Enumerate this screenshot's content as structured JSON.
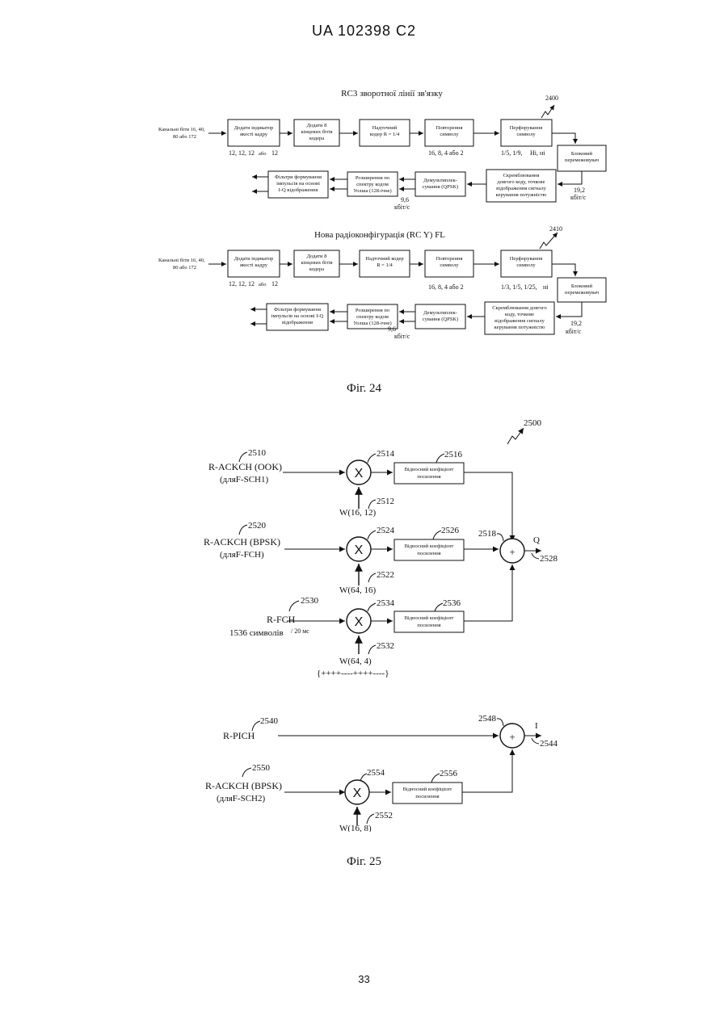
{
  "header": {
    "doc_id": "UA 102398 C2"
  },
  "page_number": "33",
  "fig24": {
    "caption": "Фіг. 24",
    "d1": {
      "title": "RC3 зворотної лінії зв'язку",
      "ref": "2400",
      "input": [
        "Канальні біти 16, 40,",
        "80 або 172"
      ],
      "b1": [
        "Додати індикатор",
        "якості кадру"
      ],
      "b2": [
        "Додати 8",
        "кінцевих бітів",
        "кодера"
      ],
      "b3": [
        "Надточний",
        "кодер R = 1/4"
      ],
      "b4": [
        "Повторення",
        "символу"
      ],
      "b5": [
        "Перфорування",
        "символу"
      ],
      "b6": [
        "Блоковий",
        "перемежовувач"
      ],
      "b7": [
        "Скремблювання",
        "довгого коду, точкове",
        "відображення сигналу",
        "керування потужністю"
      ],
      "b8": [
        "Демультиплек-",
        "сування (QPSK)"
      ],
      "b9": [
        "Розширення по",
        "спектру кодом",
        "Уолша (128-ічне)"
      ],
      "b10": [
        "Фільтри формування",
        "імпульсів на основі",
        "I-Q відображення"
      ],
      "l1": "12, 12, 12",
      "l1b": "або",
      "l1c": "12",
      "l2": "16, 8, 4 або 2",
      "l3": "1/5, 1/9,",
      "l3b": "Ні, ні",
      "rate": [
        "19,2",
        "кбіт/с"
      ],
      "rate2": [
        "9,6",
        "кбіт/с"
      ]
    },
    "d2": {
      "title": "Нова радіоконфігурація (RC Y) FL",
      "ref": "2410",
      "input": [
        "Канальні біти 16, 40,",
        "80 або 172"
      ],
      "b1": [
        "Додати індикатор",
        "якості кадру"
      ],
      "b2": [
        "Додати 8",
        "кінцевих бітів",
        "кодера"
      ],
      "b3": [
        "Надточний кодер",
        "R = 1/4"
      ],
      "b4": [
        "Повторення",
        "символу"
      ],
      "b5": [
        "Перфорування",
        "символу"
      ],
      "b6": [
        "Блоковий",
        "перемежовувач"
      ],
      "b7": [
        "Скремблювання довгого",
        "коду, точкове",
        "відображення сигналу",
        "керування потужністю"
      ],
      "b8": [
        "Демультиплек-",
        "сування (QPSK)"
      ],
      "b9": [
        "Розширення по",
        "спектру кодом",
        "Уолша (128-ічне)"
      ],
      "b10": [
        "Фільтри формування",
        "імпульсів на основі I-Q",
        "відображення"
      ],
      "l1": "12, 12, 12",
      "l1b": "або",
      "l1c": "12",
      "l2": "16, 8, 4 або 2",
      "l3": "1/3, 1/5, 1/25,",
      "l3b": "ні",
      "rate": [
        "19,2",
        "кбіт/с"
      ],
      "rate2": [
        "9,6",
        "кбіт/с"
      ]
    }
  },
  "fig25": {
    "caption": "Фіг. 25",
    "ref": "2500",
    "row1": {
      "name": "R-ACKCH (OOK)",
      "sub": "(дляF-SCH1)",
      "ref": "2510",
      "mul_ref": "2514",
      "walsh": "W(16, 12)",
      "walsh_ref": "2512",
      "gain": [
        "Відносний коефіцієнт",
        "посилення"
      ],
      "gain_ref": "2516"
    },
    "row2": {
      "name": "R-ACKCH (BPSK)",
      "sub": "(дляF-FCH)",
      "ref": "2520",
      "mul_ref": "2524",
      "walsh": "W(64, 16)",
      "walsh_ref": "2522",
      "gain": [
        "Відносний коефіцієнт",
        "посилення"
      ],
      "gain_ref": "2526"
    },
    "row3": {
      "name": "R-FCH",
      "ref": "2530",
      "mul_ref": "2534",
      "walsh": "W(64, 4)",
      "walsh_ref": "2532",
      "gain": [
        "Відносний коефіцієнт",
        "посилення"
      ],
      "gain_ref": "2536",
      "symbols": "1536 символів",
      "per": "/ 20 мс",
      "seq": "{++++----++++----}"
    },
    "sum_q": {
      "ref": "2518",
      "out": "Q",
      "out_ref": "2528"
    },
    "pich": {
      "name": "R-PICH",
      "ref": "2540"
    },
    "sum_i": {
      "ref": "2548",
      "out": "I",
      "out_ref": "2544"
    },
    "row4": {
      "name": "R-ACKCH (BPSK)",
      "sub": "(дляF-SCH2)",
      "ref": "2550",
      "mul_ref": "2554",
      "walsh": "W(16, 8)",
      "walsh_ref": "2552",
      "gain": [
        "Відносний коефіцієнт",
        "посилення"
      ],
      "gain_ref": "2556"
    },
    "mul_symbol": "X",
    "sum_symbol": "+"
  }
}
